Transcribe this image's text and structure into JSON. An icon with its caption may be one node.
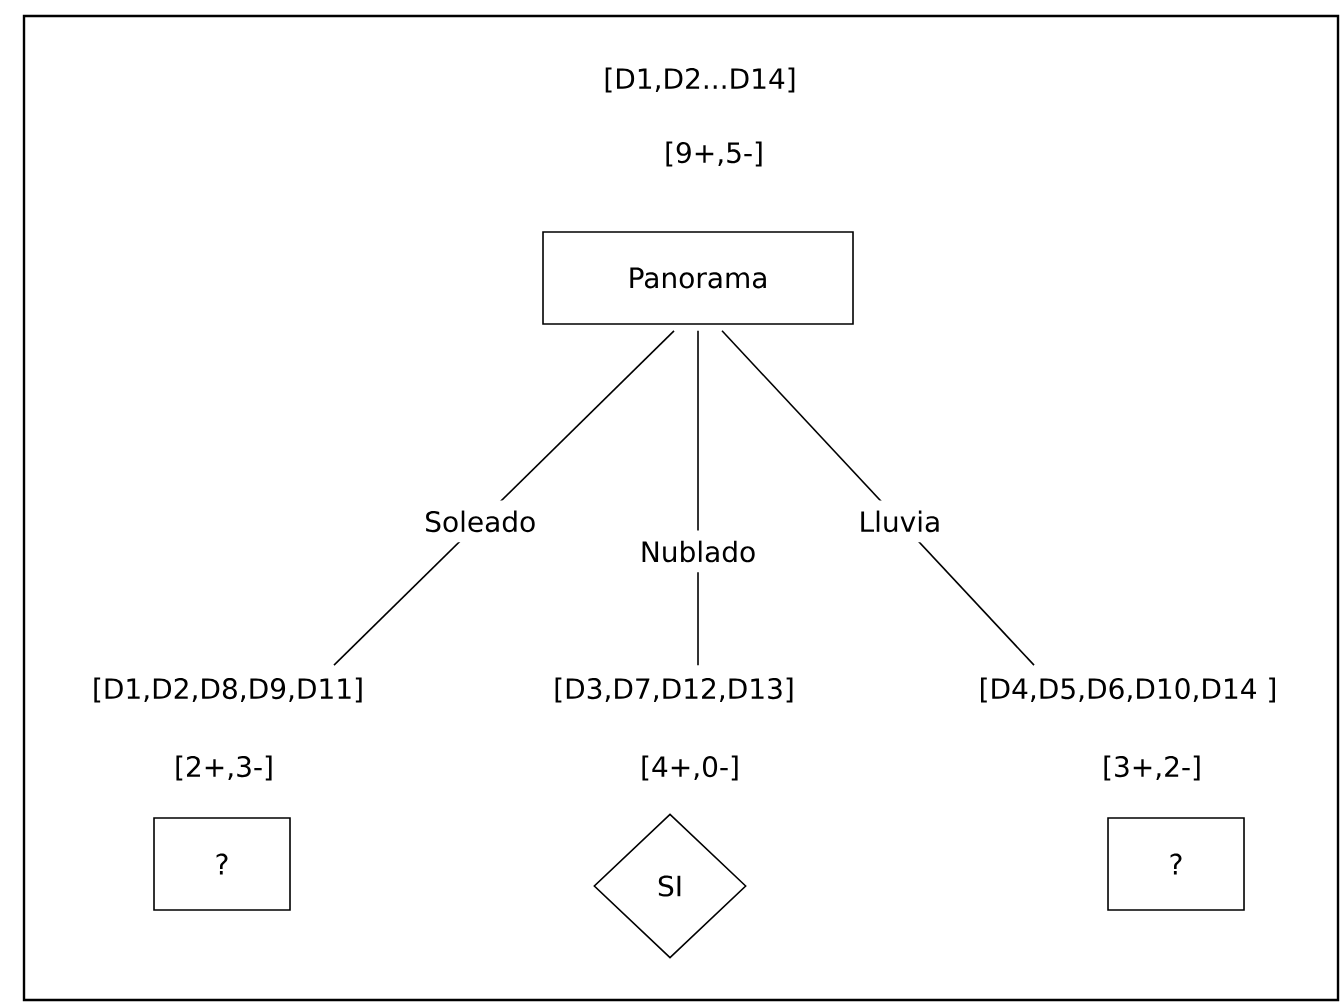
{
  "diagram": {
    "nodes": [
      {
        "text": [
          "Panorama"
        ],
        "beside": [
          "[D1,D2...D14]",
          "[9+,5-]"
        ]
      },
      {
        "text": [
          "[D1,D2,D8,D9,D11]"
        ],
        "beside": [
          "[2+,3-]"
        ]
      },
      {
        "text": [
          "[D3,D7,D12,D13]"
        ],
        "beside": [
          "[4+,0-]"
        ]
      },
      {
        "text": [
          "[D4,D5,D6,D10,D14 ]"
        ],
        "beside": [
          "[3+,2-]"
        ]
      },
      {
        "text": [
          "?"
        ]
      },
      {
        "text": [
          "SI"
        ]
      },
      {
        "text": [
          "?"
        ]
      }
    ],
    "edges": [
      {
        "from": 0,
        "to": 1,
        "arrow": "none",
        "label": "Soleado"
      },
      {
        "from": 0,
        "to": 2,
        "arrow": "none",
        "label": "Nublado"
      },
      {
        "from": 0,
        "to": 3,
        "arrow": "none",
        "label": "Lluvia"
      }
    ]
  }
}
